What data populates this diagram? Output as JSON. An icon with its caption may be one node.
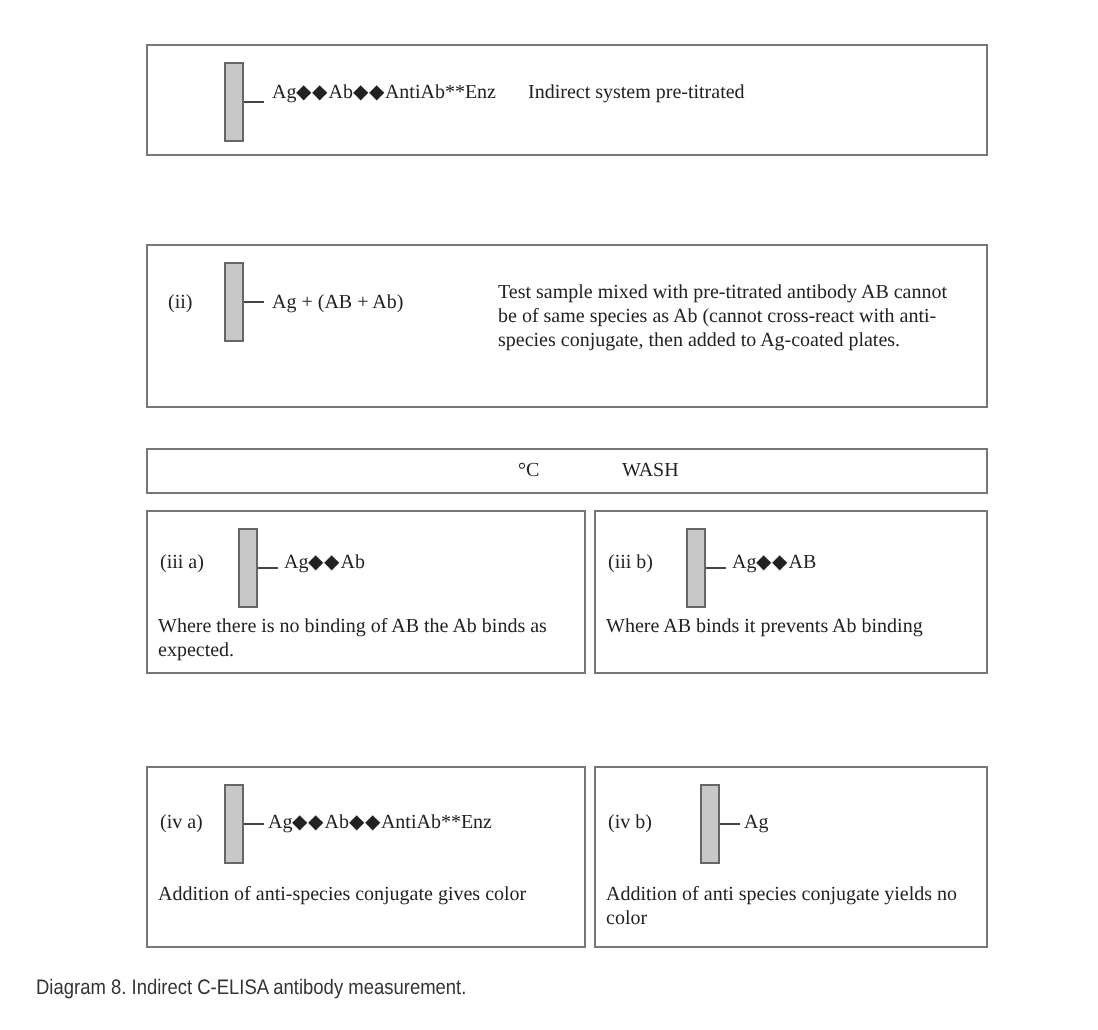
{
  "diagram": {
    "caption": "Diagram 8. Indirect C-ELISA antibody measurement.",
    "nodes": [
      {
        "text": [
          "Ag◆◆Ab◆◆AntiAb**Enz",
          "Indirect system pre-titrated"
        ]
      },
      {
        "text": [
          "(ii)",
          "Ag + (AB + Ab)",
          "Test sample mixed with pre-titrated antibody AB cannot be of same species as Ab (cannot cross-react with anti-species conjugate, then added to Ag-coated plates."
        ]
      },
      {
        "text": [
          "°C",
          "WASH"
        ]
      },
      {
        "text": [
          "(iii a)",
          "Ag◆◆Ab",
          "Where there is no binding of AB the Ab binds as expected."
        ]
      },
      {
        "text": [
          "(iii b)",
          "Ag◆◆AB",
          "Where AB binds it prevents Ab binding"
        ]
      },
      {
        "text": [
          "(iv a)",
          "Ag◆◆Ab◆◆AntiAb**Enz",
          "Addition of anti-species conjugate gives color"
        ]
      },
      {
        "text": [
          "(iv b)",
          "Ag",
          "Addition of anti species conjugate yields no color"
        ]
      }
    ]
  }
}
